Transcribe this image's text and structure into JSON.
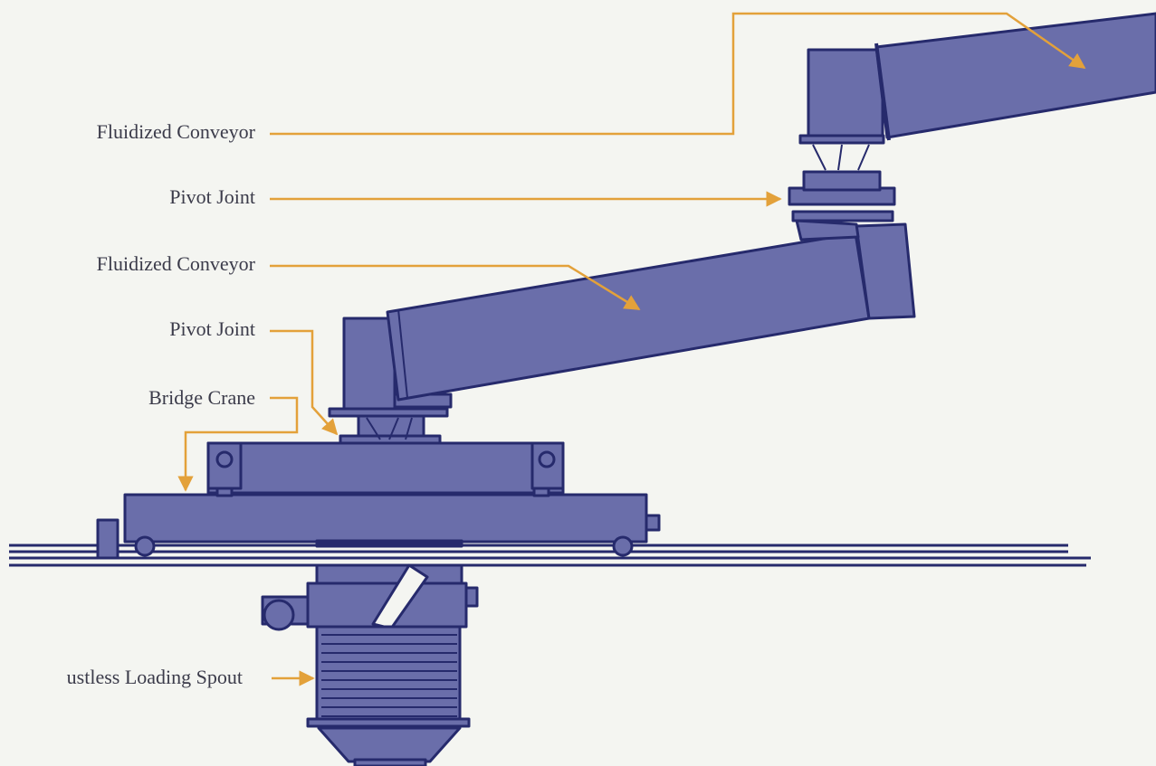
{
  "labels": {
    "fluidized_conveyor_upper": "Fluidized Conveyor",
    "pivot_joint_upper": "Pivot Joint",
    "fluidized_conveyor_lower": "Fluidized Conveyor",
    "pivot_joint_lower": "Pivot Joint",
    "bridge_crane": "Bridge Crane",
    "loading_spout": "ustless Loading Spout"
  },
  "colors": {
    "machine_fill": "#6a6eaa",
    "machine_stroke": "#262a6c",
    "leader": "#e3a13a",
    "label_text": "#3b3b4a",
    "background": "#f4f5f1"
  }
}
